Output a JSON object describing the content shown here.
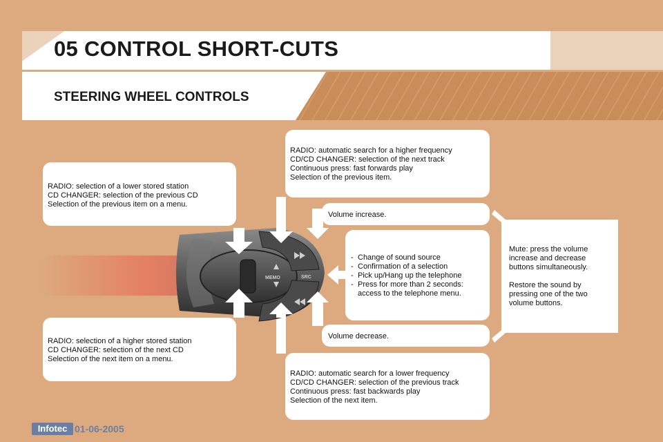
{
  "header": {
    "title": "05 CONTROL SHORT-CUTS",
    "subtitle": "STEERING WHEEL CONTROLS"
  },
  "boxes": {
    "top_left": {
      "lines": [
        "RADIO: selection of a lower stored station",
        "CD CHANGER: selection of the previous CD",
        "Selection of the previous item on a menu."
      ]
    },
    "bottom_left": {
      "lines": [
        "RADIO: selection of a higher stored station",
        "CD CHANGER: selection of the next CD",
        "Selection of the next item on a menu."
      ]
    },
    "top_center": {
      "lines": [
        "RADIO: automatic search for a higher frequency",
        "CD/CD CHANGER: selection of the next track",
        "Continuous press: fast forwards play",
        "Selection of the previous item."
      ]
    },
    "bottom_center": {
      "lines": [
        "RADIO: automatic search for a lower frequency",
        "CD/CD CHANGER: selection of the previous track",
        "Continuous press: fast backwards play",
        "Selection of the next item."
      ]
    },
    "volume_up": "Volume increase.",
    "volume_down": "Volume decrease.",
    "src_options": [
      "Change of sound source",
      "Confirmation of a selection",
      "Pick up/Hang up the telephone",
      "Press for more than 2 seconds: access to the telephone menu."
    ],
    "mute": {
      "p1": "Mute: press the volume increase and decrease buttons simultaneously.",
      "p2": "Restore the sound by pressing one of the two volume buttons."
    }
  },
  "control": {
    "memo_label": "MEMO",
    "src_label": "SRC"
  },
  "footer": {
    "logo": "Infotec",
    "date": "01-06-2005"
  },
  "colors": {
    "background": "#dcaa7e",
    "panel": "#ffffff",
    "footer_blue": "#6b7fa6"
  }
}
